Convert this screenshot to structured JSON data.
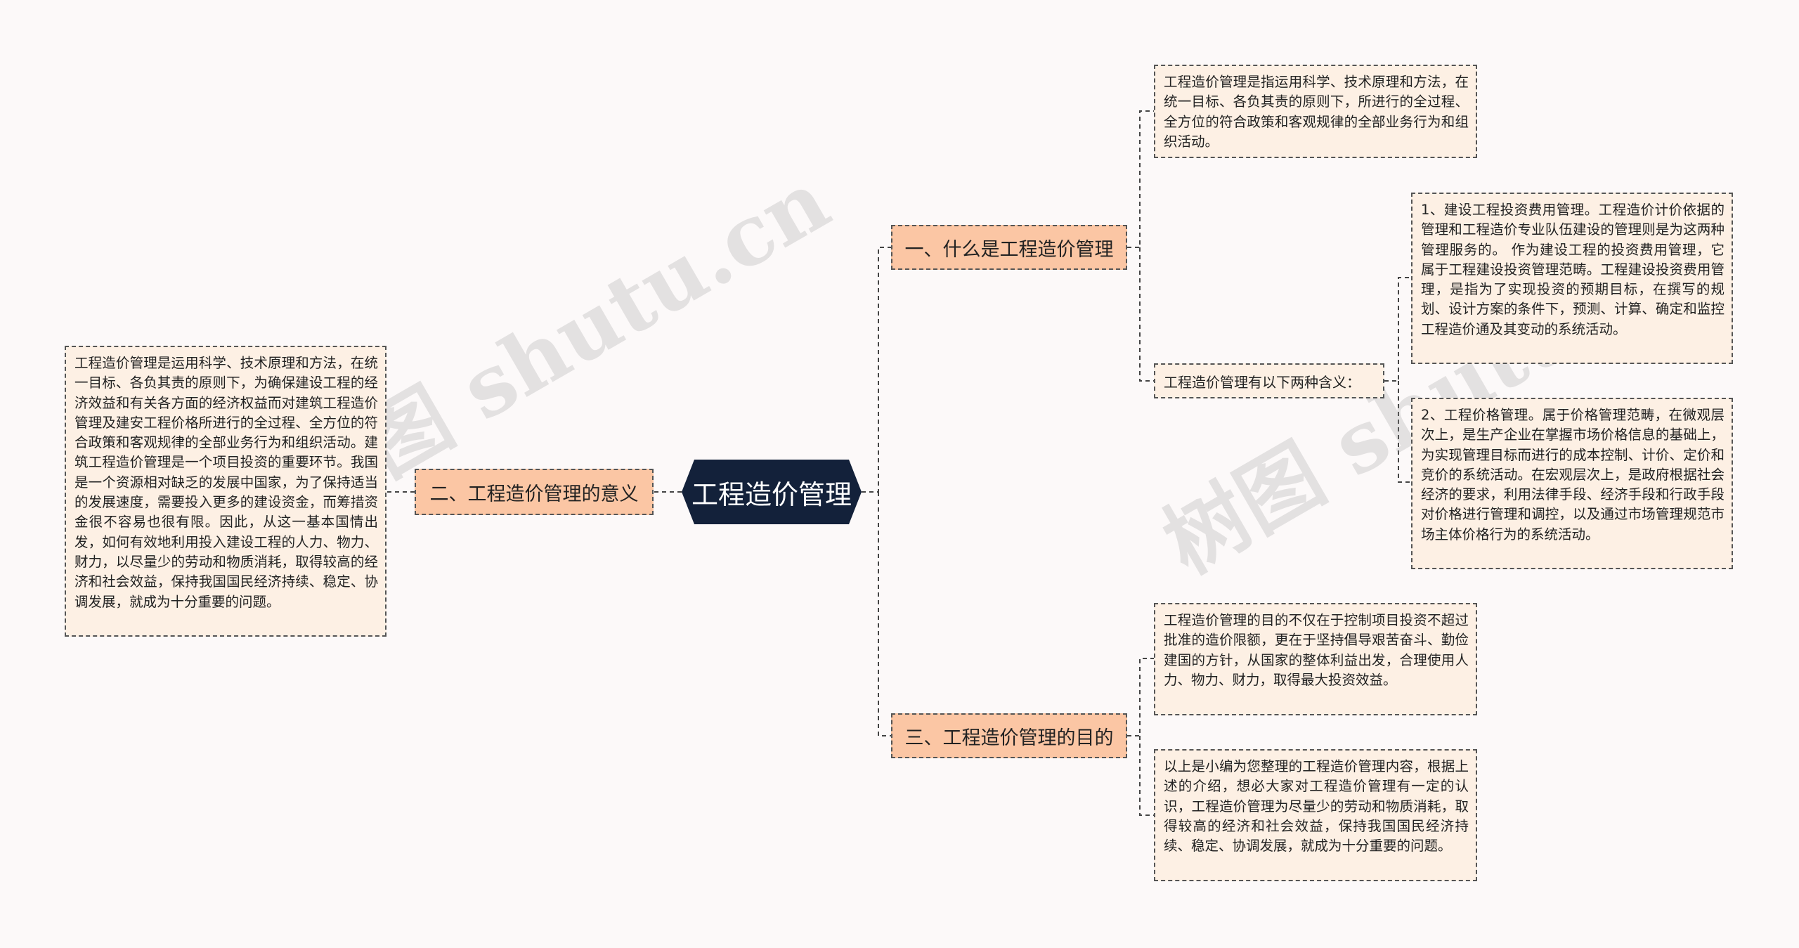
{
  "watermarks": [
    "树图 shutu.cn",
    "树图 shutu.cn"
  ],
  "root": {
    "label": "工程造价管理"
  },
  "branches": {
    "what": {
      "label": "一、什么是工程造价管理"
    },
    "meaning": {
      "label": "二、工程造价管理的意义"
    },
    "purpose": {
      "label": "三、工程造价管理的目的"
    }
  },
  "nodes": {
    "definition": "工程造价管理是指运用科学、技术原理和方法，在统一目标、各负其责的原则下，所进行的全过程、全方位的符合政策和客观规律的全部业务行为和组织活动。",
    "two_meanings": "工程造价管理有以下两种含义：",
    "meaning_1": "1、建设工程投资费用管理。工程造价计价依据的管理和工程造价专业队伍建设的管理则是为这两种管理服务的。 作为建设工程的投资费用管理，它属于工程建设投资管理范畴。工程建设投资费用管理，是指为了实现投资的预期目标，在撰写的规划、设计方案的条件下，预测、计算、确定和监控工程造价通及其变动的系统活动。",
    "meaning_2": "2、工程价格管理。属于价格管理范畴，在微观层次上，是生产企业在掌握市场价格信息的基础上，为实现管理目标而进行的成本控制、计价、定价和竞价的系统活动。在宏观层次上，是政府根据社会经济的要求，利用法律手段、经济手段和行政手段对价格进行管理和调控，以及通过市场管理规范市场主体价格行为的系统活动。",
    "significance": "工程造价管理是运用科学、技术原理和方法，在统一目标、各负其责的原则下，为确保建设工程的经济效益和有关各方面的经济权益而对建筑工程造价管理及建安工程价格所进行的全过程、全方位的符合政策和客观规律的全部业务行为和组织活动。建筑工程造价管理是一个项目投资的重要环节。我国是一个资源相对缺乏的发展中国家，为了保持适当的发展速度，需要投入更多的建设资金，而筹措资金很不容易也很有限。因此，从这一基本国情出发，如何有效地利用投入建设工程的人力、物力、财力，以尽量少的劳动和物质消耗，取得较高的经济和社会效益，保持我国国民经济持续、稳定、协调发展，就成为十分重要的问题。",
    "purpose_1": "工程造价管理的目的不仅在于控制项目投资不超过批准的造价限额，更在于坚持倡导艰苦奋斗、勤俭建国的方针，从国家的整体利益出发，合理使用人力、物力、财力，取得最大投资效益。",
    "purpose_2": "以上是小编为您整理的工程造价管理内容，根据上述的介绍，想必大家对工程造价管理有一定的认识，工程造价管理为尽量少的劳动和物质消耗，取得较高的经济和社会效益，保持我国国民经济持续、稳定、协调发展，就成为十分重要的问题。"
  }
}
